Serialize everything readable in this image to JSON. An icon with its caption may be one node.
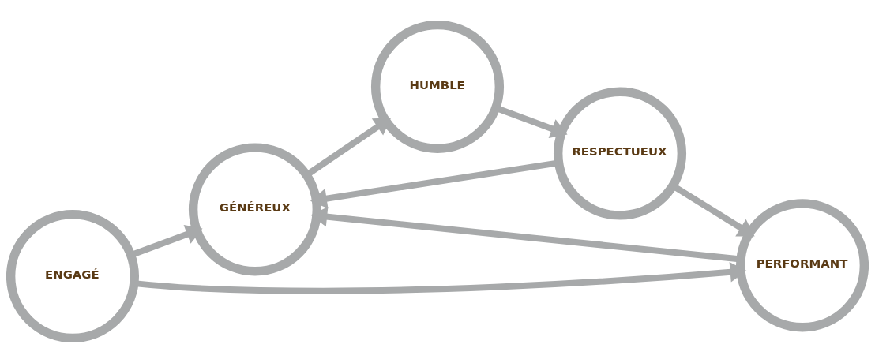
{
  "diagram": {
    "nodes": [
      {
        "text": [
          "ENGAGÉ"
        ]
      },
      {
        "text": [
          "GÉNÉREUX"
        ]
      },
      {
        "text": [
          "HUMBLE"
        ]
      },
      {
        "text": [
          "PERFORMANT"
        ]
      },
      {
        "text": [
          "RESPECTUEUX"
        ]
      }
    ],
    "edges": [
      {
        "from": 0,
        "to": 1,
        "arrow": "to"
      },
      {
        "from": 0,
        "to": 3,
        "arrow": "to"
      },
      {
        "from": 3,
        "to": 1,
        "arrow": "to"
      },
      {
        "from": 1,
        "to": 2,
        "arrow": "to"
      },
      {
        "from": 2,
        "to": 4,
        "arrow": "to"
      },
      {
        "from": 4,
        "to": 1,
        "arrow": "to"
      },
      {
        "from": 4,
        "to": 3,
        "arrow": "to"
      }
    ]
  }
}
